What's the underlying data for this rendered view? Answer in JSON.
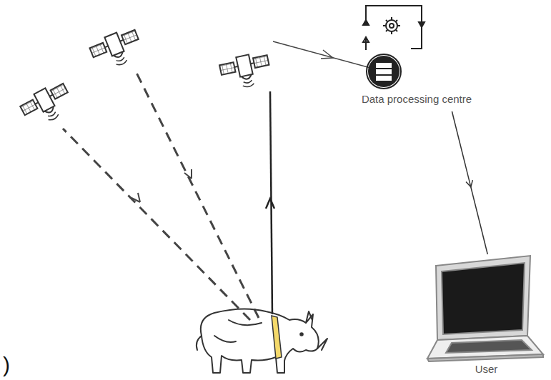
{
  "diagram": {
    "nodes": [
      {
        "text": [
          "Data processing centre"
        ]
      },
      {
        "text": [
          "User"
        ]
      }
    ],
    "edges": [
      {
        "from": 0,
        "to": 1,
        "arrow": "to"
      }
    ],
    "labels": [
      ")"
    ]
  }
}
